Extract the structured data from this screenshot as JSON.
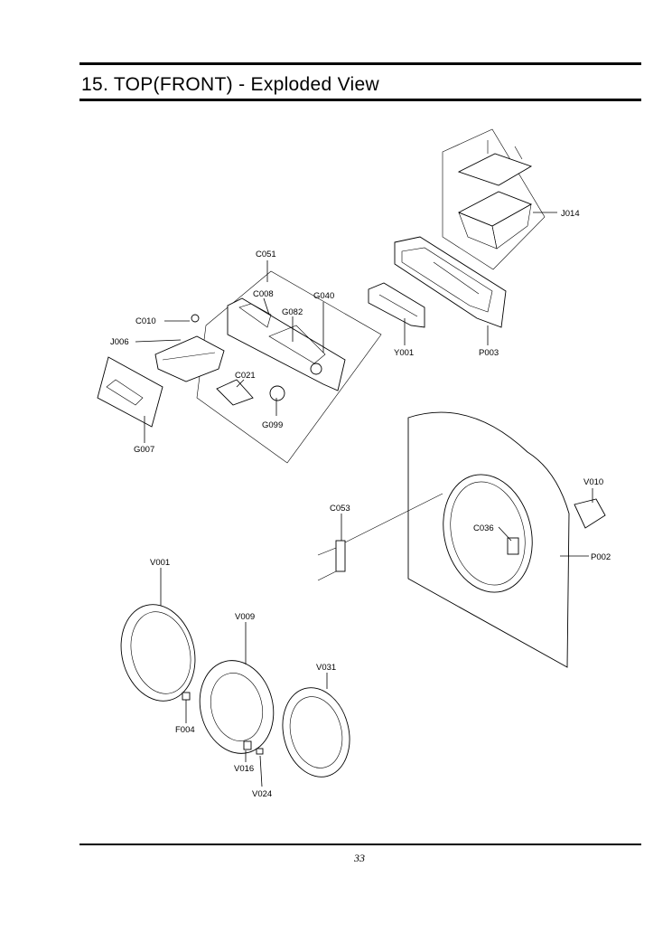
{
  "header": {
    "title": "15. TOP(FRONT) - Exploded View"
  },
  "footer": {
    "page_number": "33"
  },
  "labels": {
    "J014": "J014",
    "C051": "C051",
    "C008": "C008",
    "G040": "G040",
    "C010": "C010",
    "G082": "G082",
    "J006": "J006",
    "C021": "C021",
    "G099": "G099",
    "G007": "G007",
    "Y001": "Y001",
    "P003": "P003",
    "V010": "V010",
    "C053": "C053",
    "C036": "C036",
    "P002": "P002",
    "V001": "V001",
    "V009": "V009",
    "V031": "V031",
    "F004": "F004",
    "V016": "V016",
    "V024": "V024"
  }
}
